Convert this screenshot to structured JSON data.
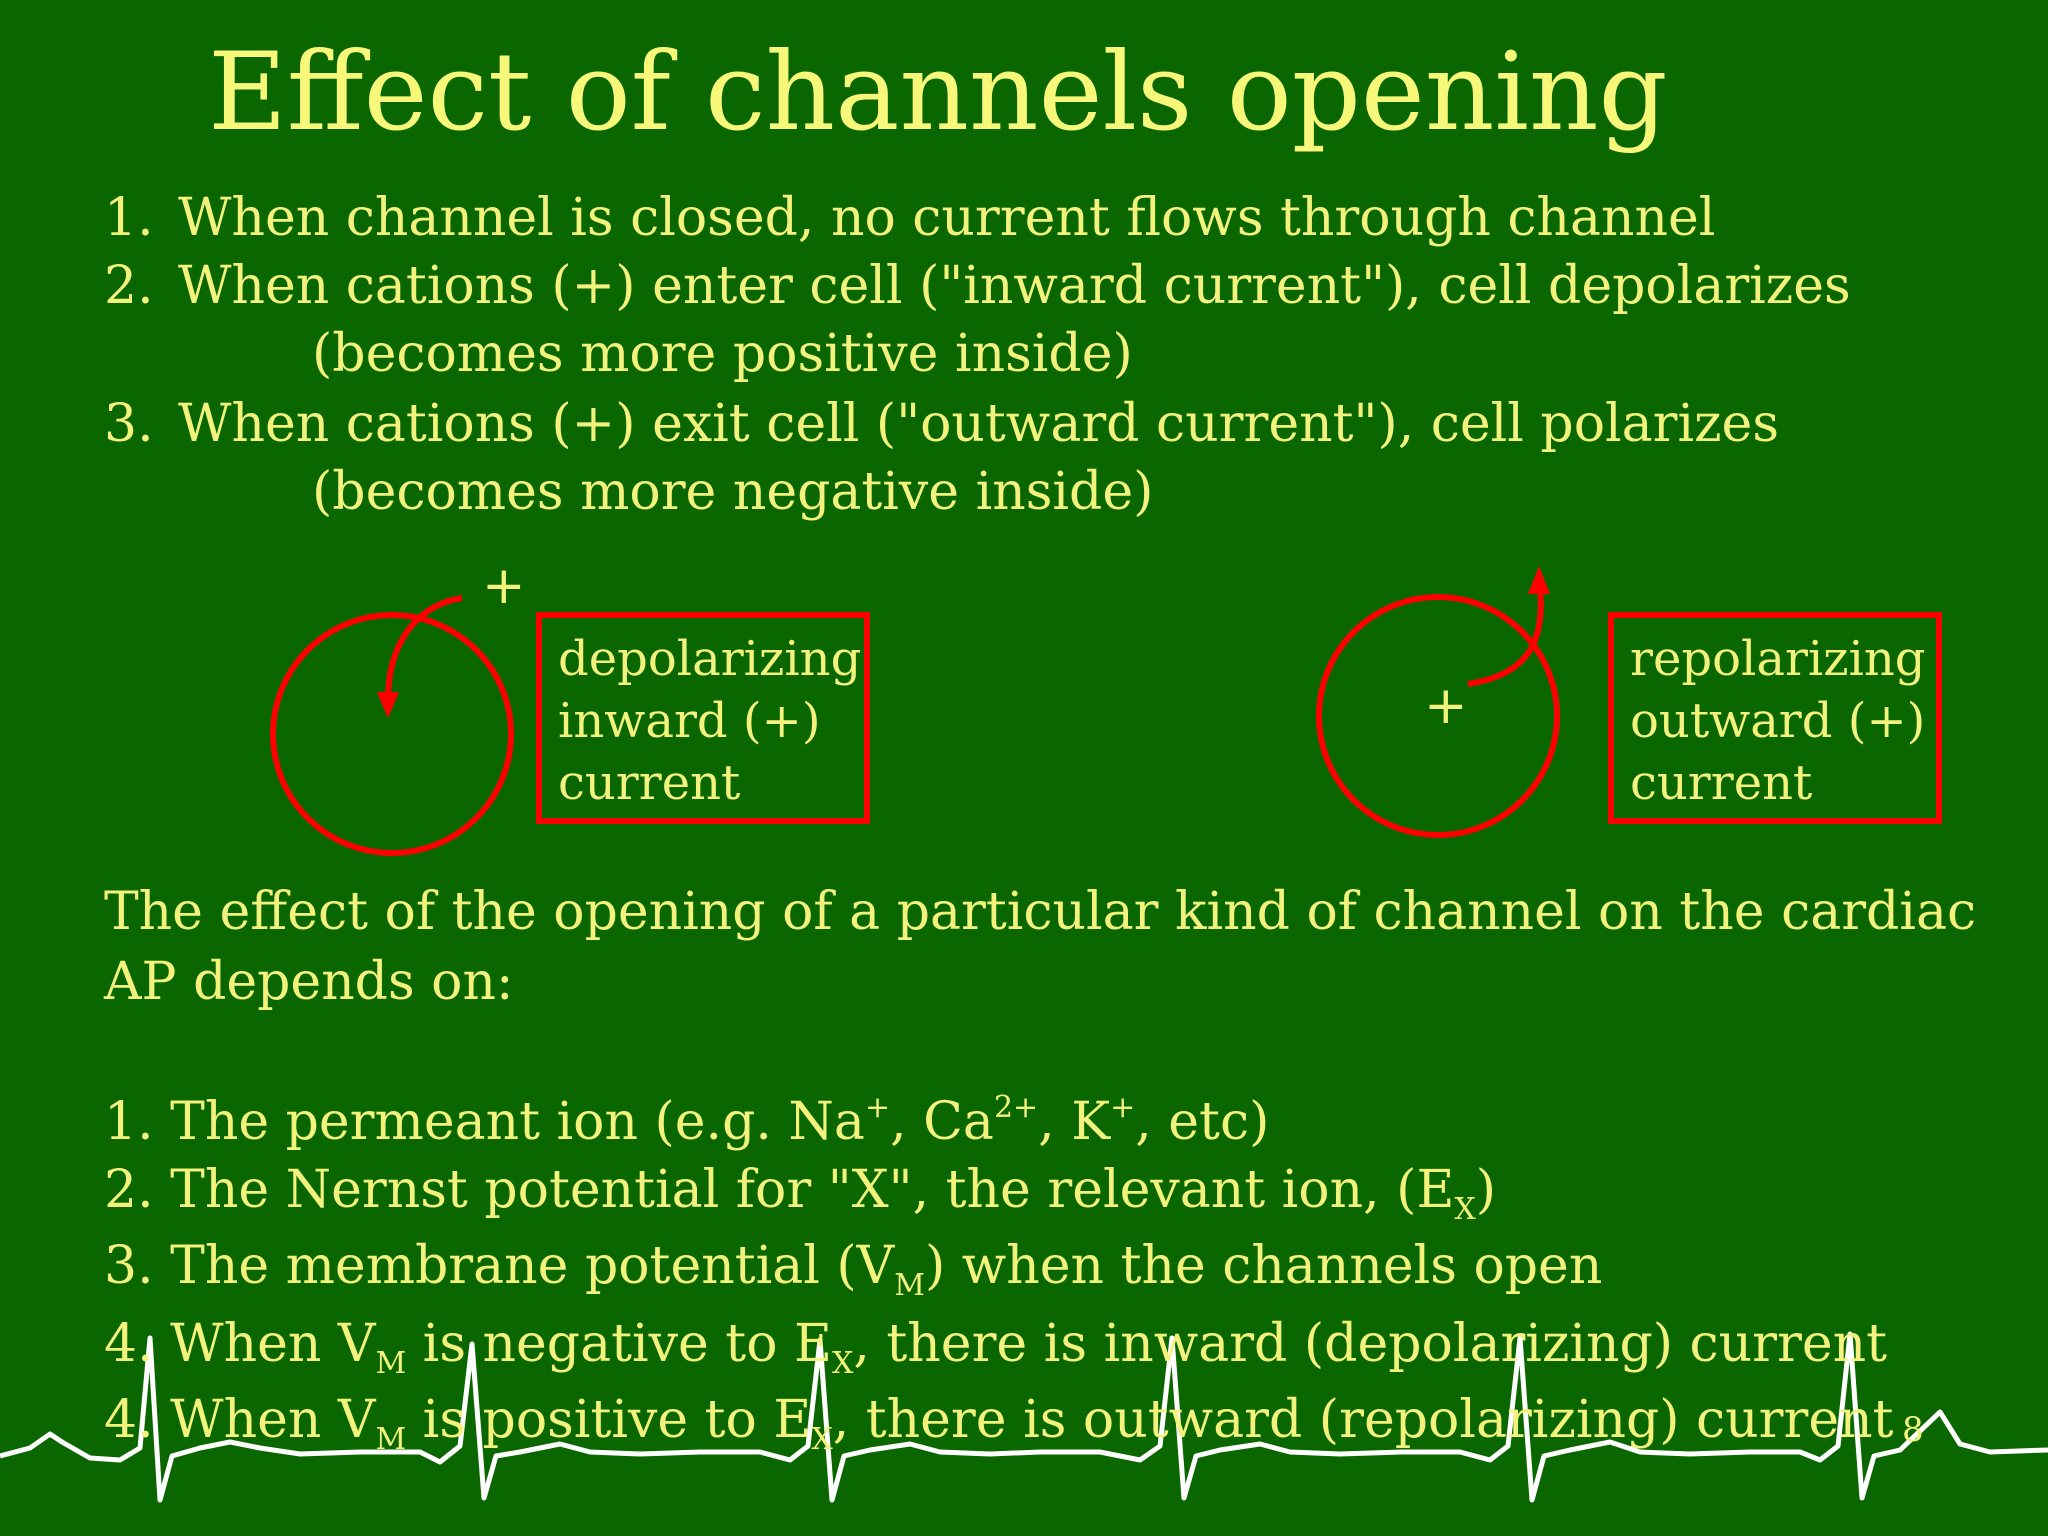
{
  "title": "Effect of channels opening",
  "list1": [
    {
      "num": "1.",
      "text": "When channel is closed, no current flows through channel"
    },
    {
      "num": "2.",
      "text": "When cations (+) enter cell (\"inward current\"), cell depolarizes",
      "cont": "(becomes more positive inside)"
    },
    {
      "num": "3.",
      "text": "When cations (+) exit cell (\"outward current\"), cell polarizes",
      "cont": "(becomes more negative inside)"
    }
  ],
  "diagram": {
    "left_plus": "+",
    "left_box": [
      "depolarizing",
      "inward (+)",
      "current"
    ],
    "right_plus": "+",
    "right_box": [
      "repolarizing",
      "outward (+)",
      "current"
    ]
  },
  "paragraph": {
    "line1": "The effect of the opening of a particular kind of channel on the cardiac",
    "line2": "AP depends on:"
  },
  "list2": {
    "item1": {
      "pre": "1. The permeant ion (e.g. Na",
      "s1": "+",
      "m1": ", Ca",
      "s2": "2+",
      "m2": ", K",
      "s3": "+",
      "post": ", etc)"
    },
    "item2": {
      "pre": "2. The Nernst potential for \"X\", the relevant ion, (E",
      "sub": "X",
      "post": ")"
    },
    "item3": {
      "pre": "3. The membrane potential (V",
      "sub": "M",
      "post": ") when the channels open"
    },
    "item4": {
      "pre": "4. When V",
      "sub1": "M",
      "mid": " is negative to E",
      "sub2": "X",
      "post": ", there is inward (depolarizing) current"
    },
    "item5": {
      "pre": "4. When V",
      "sub1": "M",
      "mid": " is positive to E",
      "sub2": "X",
      "post": ", there is outward (repolarizing) current"
    }
  },
  "page_number": "8",
  "colors": {
    "background": "#0a6700",
    "text": "#f2f27c",
    "diagram": "#ff0000",
    "ecg_trace": "#ffffff"
  }
}
